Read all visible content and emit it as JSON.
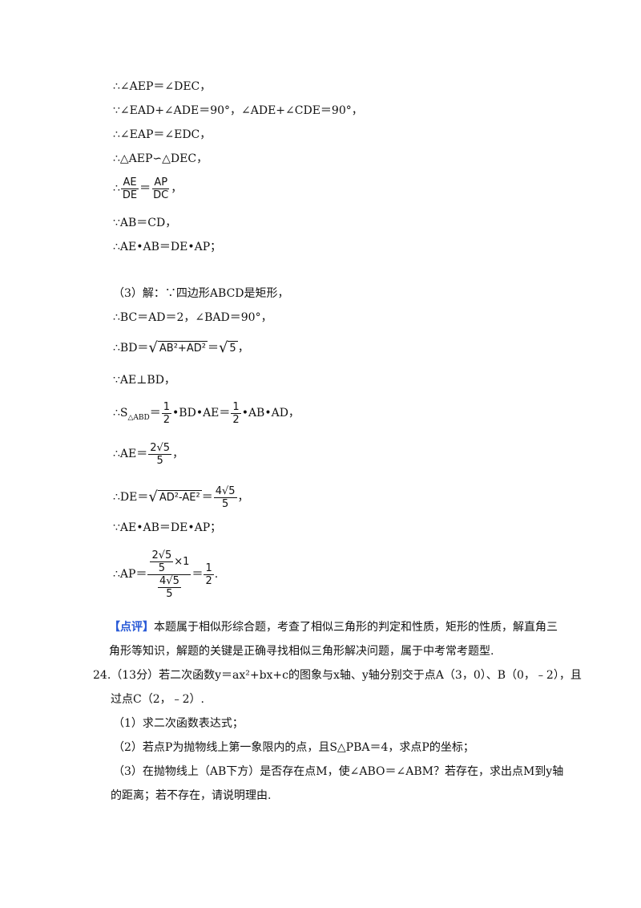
{
  "proof": {
    "l1": "∴∠AEP＝∠DEC，",
    "l2": "∵∠EAD+∠ADE＝90°，∠ADE+∠CDE＝90°，",
    "l3": "∴∠EAP＝∠EDC，",
    "l4": "∴△AEP∽△DEC，",
    "l5_prefix": "∴",
    "l5_f1_num": "AE",
    "l5_f1_den": "DE",
    "l5_eq": "＝",
    "l5_f2_num": "AP",
    "l5_f2_den": "DC",
    "l5_suffix": "，",
    "l6": "∵AB＝CD，",
    "l7": "∴AE•AB＝DE•AP；"
  },
  "part3": {
    "l1": "（3）解：∵四边形ABCD是矩形，",
    "l2": "∴BC＝AD＝2，∠BAD＝90°，",
    "l3_prefix": "∴BD＝",
    "l3_rad": "AB²+AD²",
    "l3_eq": "＝",
    "l3_rad2": "5",
    "l3_suffix": "，",
    "l4": "∵AE⊥BD，",
    "l5_prefix": "∴S",
    "l5_sub": "△ABD",
    "l5_eq": "＝",
    "l5_f1_num": "1",
    "l5_f1_den": "2",
    "l5_mid": "•BD•AE＝",
    "l5_f2_num": "1",
    "l5_f2_den": "2",
    "l5_suffix": "•AB•AD，",
    "l6_prefix": "∴AE＝",
    "l6_num": "2√5",
    "l6_den": "5",
    "l6_suffix": "，",
    "l7_prefix": "∴DE＝",
    "l7_rad": "AD²-AE²",
    "l7_eq": "＝",
    "l7_num": "4√5",
    "l7_den": "5",
    "l7_suffix": "，",
    "l8": "∵AE•AB＝DE•AP；",
    "l9_prefix": "∴AP＝",
    "l9_inner_num": "2√5",
    "l9_inner_den": "5",
    "l9_times": "×1",
    "l9_outer_num": "4√5",
    "l9_outer_den": "5",
    "l9_eq": "＝",
    "l9_r_num": "1",
    "l9_r_den": "2",
    "l9_suffix": "."
  },
  "comment": {
    "tag": "【点评】",
    "line1": "本题属于相似形综合题，考查了相似三角形的判定和性质，矩形的性质，解直角三",
    "line2": "角形等知识，解题的关键是正确寻找相似三角形解决问题，属于中考常考题型."
  },
  "q24": {
    "line1": "24.（13分）若二次函数y＝ax²+bx+c的图象与x轴、y轴分别交于点A（3，0）、B（0，﹣2），且",
    "line2": "过点C（2，﹣2）.",
    "s1": "（1）求二次函数表达式；",
    "s2": "（2）若点P为抛物线上第一象限内的点，且S△PBA＝4，求点P的坐标；",
    "s3": "（3）在抛物线上（AB下方）是否存在点M，使∠ABO＝∠ABM？若存在，求出点M到y轴",
    "s4": "的距离；若不存在，请说明理由."
  }
}
